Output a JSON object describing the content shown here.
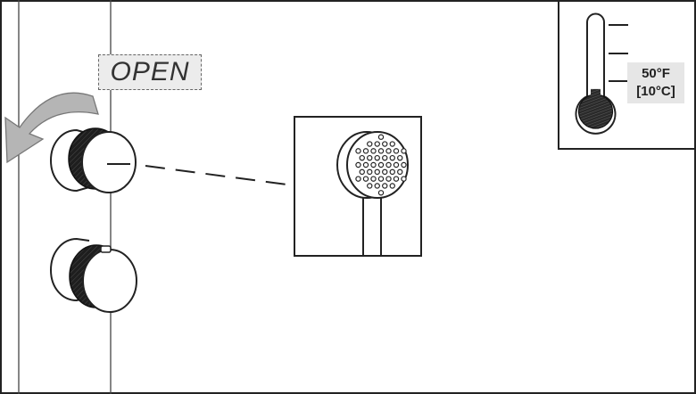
{
  "instruction_label": "OPEN",
  "temperature": {
    "fahrenheit": "50°F",
    "celsius": "[10°C]",
    "fill_fraction": 0.22
  },
  "icons": {
    "rotate_arrow": "counterclockwise-arrow-icon",
    "thermometer": "thermometer-icon",
    "shower_head": "hand-shower-icon",
    "handle": "mixer-knob-icon"
  },
  "colors": {
    "line": "#222222",
    "label_bg": "#e6e6e6",
    "arrow_fill": "#b5b5b5"
  }
}
